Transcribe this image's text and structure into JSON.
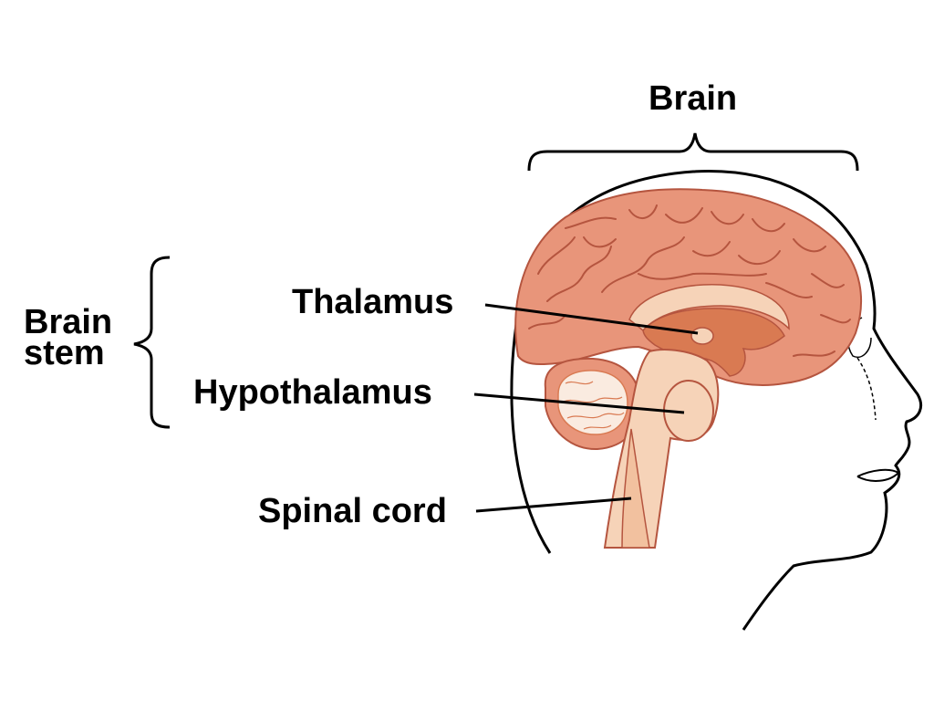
{
  "labels": {
    "brain": "Brain",
    "brain_stem_line1": "Brain",
    "brain_stem_line2": "stem",
    "thalamus": "Thalamus",
    "hypothalamus": "Hypothalamus",
    "spinal_cord": "Spinal cord"
  },
  "colors": {
    "cortex": "#e8957a",
    "cortex_fold": "#b5553f",
    "deep_brain": "#d97a52",
    "pale_tissue": "#f6d3b8",
    "line": "#000000",
    "background": "#ffffff"
  }
}
